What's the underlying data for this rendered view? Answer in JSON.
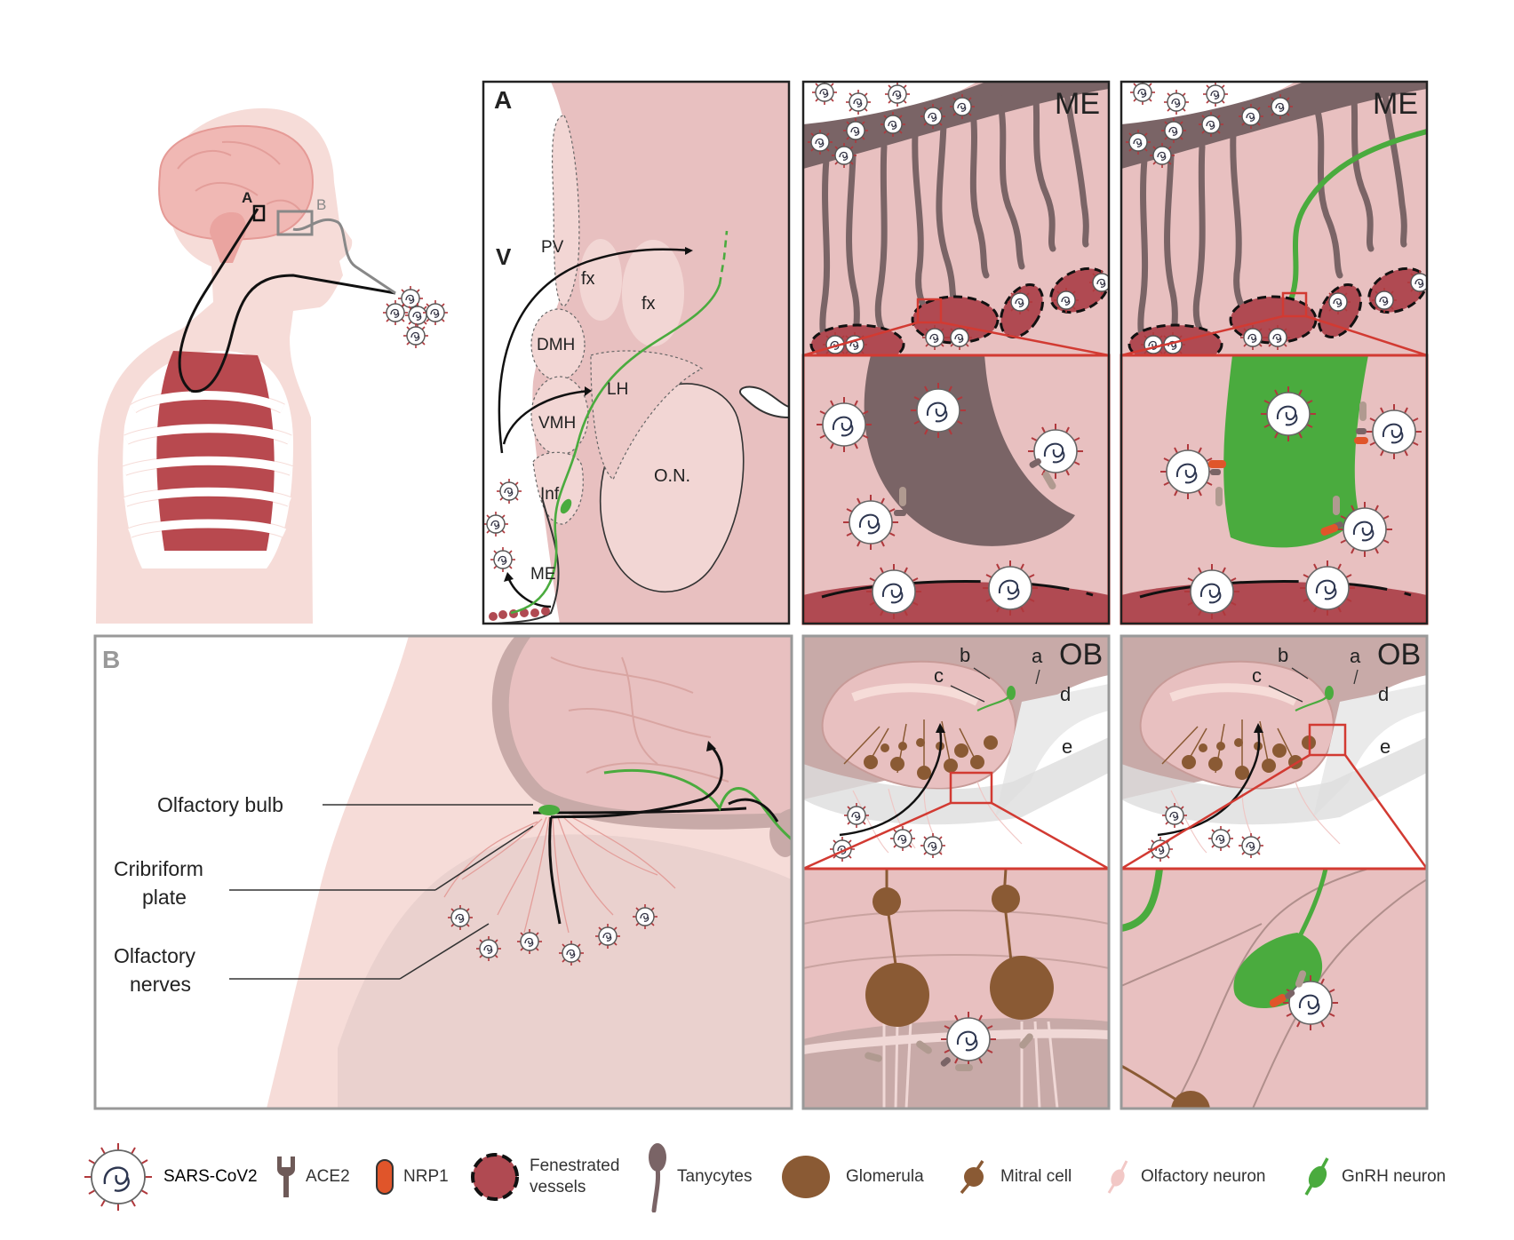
{
  "figure": {
    "body_markers": {
      "a": "A",
      "b": "B"
    },
    "panel_a": {
      "letter": "A",
      "labels": {
        "v": "V",
        "pv": "PV",
        "fx1": "fx",
        "fx2": "fx",
        "dmh": "DMH",
        "vmh": "VMH",
        "lh": "LH",
        "inf": "Inf",
        "me": "ME",
        "on": "O.N."
      }
    },
    "me_panel_left": {
      "title": "ME"
    },
    "me_panel_right": {
      "title": "ME"
    },
    "panel_b": {
      "letter": "B",
      "olfactory_bulb": "Olfactory bulb",
      "cribriform_line1": "Cribriform",
      "cribriform_line2": "plate",
      "nerves_line1": "Olfactory",
      "nerves_line2": "nerves"
    },
    "ob_panel_left": {
      "title": "OB",
      "a": "a",
      "b": "b",
      "c": "c",
      "d": "d",
      "e": "e"
    },
    "ob_panel_right": {
      "title": "OB",
      "a": "a",
      "b": "b",
      "c": "c",
      "d": "d",
      "e": "e"
    }
  },
  "legend": {
    "sars_cov2": "SARS-CoV2",
    "ace2": "ACE2",
    "nrp1": "NRP1",
    "fenestrated_line1": "Fenestrated",
    "fenestrated_line2": "vessels",
    "tanycytes": "Tanycytes",
    "glomerula": "Glomerula",
    "mitral_cell": "Mitral cell",
    "olfactory_neuron": "Olfactory neuron",
    "gnrh_neuron": "GnRH neuron"
  },
  "colors": {
    "tissue_pink": "#e8c0c0",
    "light_pink": "#f2d6d4",
    "vessel_red": "#b04a52",
    "tanycyte_gray": "#7a6466",
    "gnrh_green": "#4aab3e",
    "glomerula_brown": "#8a5a34",
    "nrp1_orange": "#e0552a",
    "zoom_red": "#d23a32"
  }
}
